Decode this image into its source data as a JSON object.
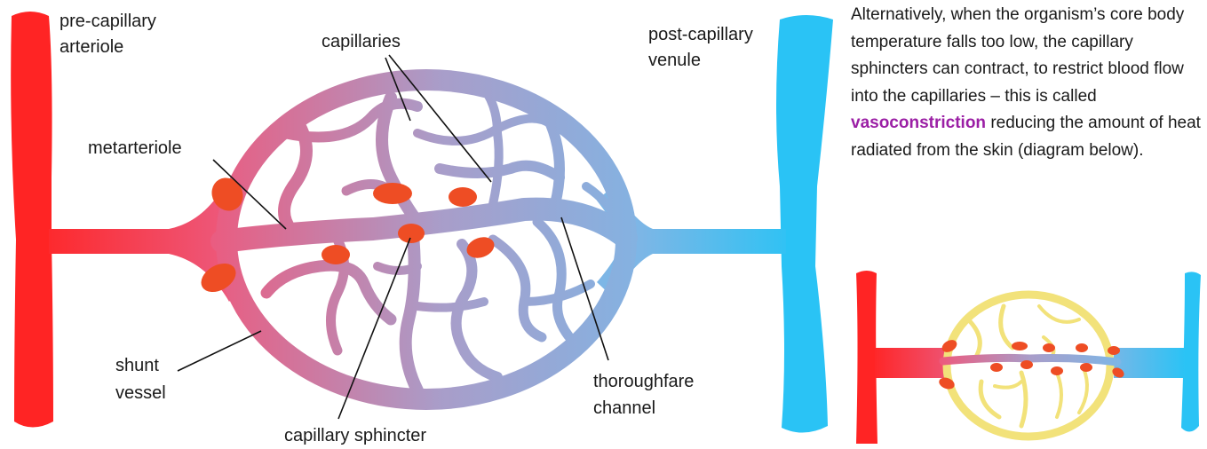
{
  "labels": {
    "pre_capillary_arteriole": [
      "pre-capillary",
      "arteriole"
    ],
    "post_capillary_venule": [
      "post-capillary",
      "venule"
    ],
    "capillaries": "capillaries",
    "metarteriole": "metarteriole",
    "shunt_vessel": [
      "shunt",
      "vessel"
    ],
    "capillary_sphincter": "capillary sphincter",
    "thoroughfare_channel": [
      "thoroughfare",
      "channel"
    ]
  },
  "description": {
    "before": "Alternatively, when the organism’s core body temperature falls too low, the capillary sphincters can contract, to restrict blood flow into the capillaries – this is called",
    "keyword": "vasoconstriction",
    "after": "reducing the amount of heat radiated from the skin (diagram below)."
  },
  "colors": {
    "arteriole": "#ff2424",
    "venule": "#2ac3f5",
    "sphincter": "#ee4d24",
    "gradient_mid": "#a99dc9",
    "gradient_left": "#ec5a7e",
    "keyword": "#9b1fa5",
    "constricted_bed": "#f2e27a"
  }
}
